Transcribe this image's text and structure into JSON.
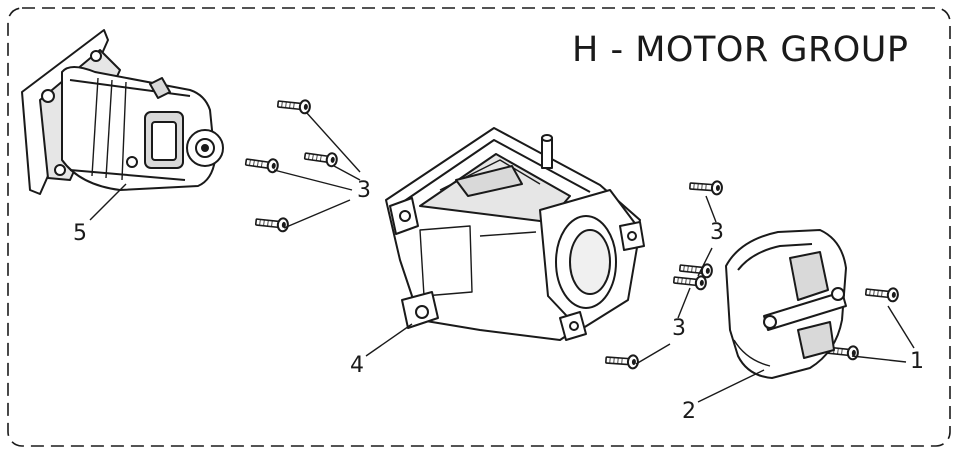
{
  "diagram": {
    "title": "H - MOTOR GROUP",
    "callouts": {
      "c1": "1",
      "c2": "2",
      "c3a": "3",
      "c3b": "3",
      "c3c": "3",
      "c4": "4",
      "c5": "5"
    },
    "parts": [
      {
        "id": "1",
        "icon": "screw-icon"
      },
      {
        "id": "2",
        "icon": "end-cap-icon"
      },
      {
        "id": "3",
        "icon": "screw-icon"
      },
      {
        "id": "4",
        "icon": "motor-housing-icon"
      },
      {
        "id": "5",
        "icon": "motor-icon"
      }
    ],
    "line_color": "#1a1a1a",
    "fill_color": "#ffffff",
    "shade_color": "#d9d9d9"
  }
}
